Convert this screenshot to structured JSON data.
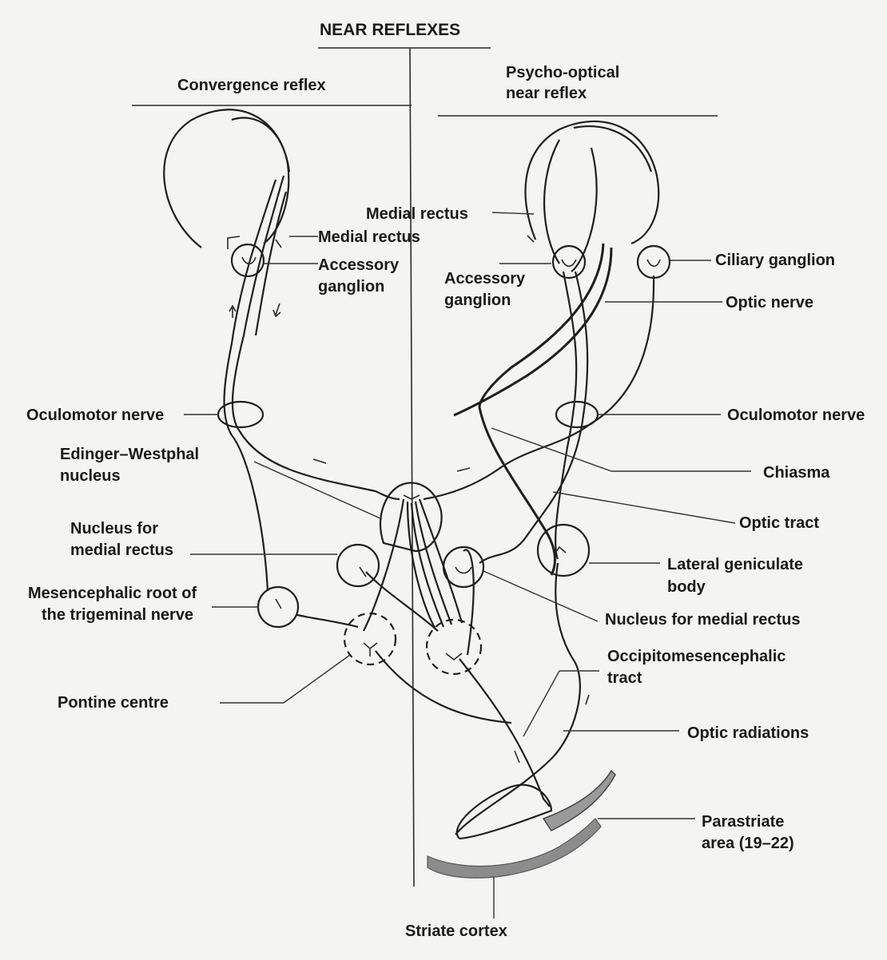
{
  "title": "NEAR REFLEXES",
  "left_heading": "Convergence  reflex",
  "right_heading": [
    "Psycho-optical",
    "near reflex"
  ],
  "labels": {
    "medial_rectus_top": "Medial rectus",
    "medial_rectus_left": "Medial rectus",
    "accessory_ganglion_left": [
      "Accessory",
      "ganglion"
    ],
    "accessory_ganglion_right": [
      "Accessory",
      "ganglion"
    ],
    "ciliary_ganglion": "Ciliary ganglion",
    "optic_nerve": "Optic nerve",
    "oculomotor_nerve_left": "Oculomotor nerve",
    "oculomotor_nerve_right": "Oculomotor nerve",
    "edinger_westphal": [
      "Edinger–Westphal",
      "nucleus"
    ],
    "chiasma": "Chiasma",
    "optic_tract": "Optic tract",
    "nucleus_medial_rectus_left": [
      "Nucleus for",
      "medial rectus"
    ],
    "lateral_geniculate": [
      "Lateral geniculate",
      "body"
    ],
    "mesencephalic_root": [
      "Mesencephalic root of",
      "the trigeminal nerve"
    ],
    "nucleus_medial_rectus_right": "Nucleus for medial rectus",
    "occipitomesencephalic": [
      "Occipitomesencephalic",
      "tract"
    ],
    "pontine_centre": "Pontine centre",
    "optic_radiations": "Optic radiations",
    "parastriate": [
      "Parastriate",
      "area (19–22)"
    ],
    "striate_cortex": "Striate cortex"
  },
  "colors": {
    "line": "#1e1e1e",
    "cortex_band": "#9a9a9a",
    "background": "#f4f4f2"
  }
}
